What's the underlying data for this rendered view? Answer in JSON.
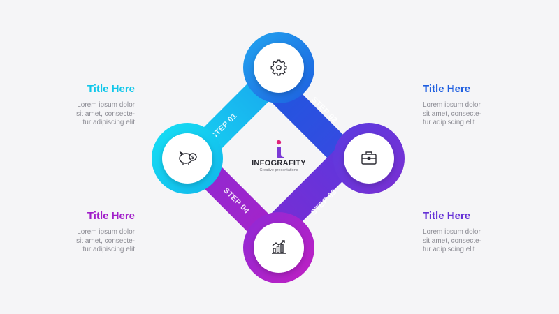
{
  "steps": [
    {
      "title": "Title Here",
      "body": "Lorem ipsum dolor\nsit amet, consecte-\ntur adipiscing elit",
      "step_label": "STEP 01",
      "icon": "piggy-bank-icon",
      "color": "#11c7ea"
    },
    {
      "title": "Title Here",
      "body": "Lorem ipsum dolor\nsit amet, consecte-\ntur adipiscing elit",
      "step_label": "STEP 02",
      "icon": "gear-icon",
      "color": "#1f5fe0"
    },
    {
      "title": "Title Here",
      "body": "Lorem ipsum dolor\nsit amet, consecte-\ntur adipiscing elit",
      "step_label": "STEP 03",
      "icon": "briefcase-icon",
      "color": "#6531d6"
    },
    {
      "title": "Title Here",
      "body": "Lorem ipsum dolor\nsit amet, consecte-\ntur adipiscing elit",
      "step_label": "STEP 04",
      "icon": "bar-chart-icon",
      "color": "#a11fc9"
    }
  ],
  "center": {
    "brand": "INFOGRAFITY",
    "tagline": "Creative presentations"
  },
  "colors": {
    "cyan": "#11c7ea",
    "blue": "#1f5fe0",
    "indigo": "#6531d6",
    "purple": "#a11fc9"
  }
}
